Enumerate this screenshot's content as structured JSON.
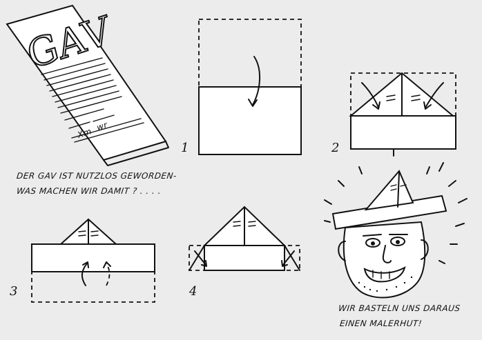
{
  "document": {
    "header_word": "GAV",
    "signature_left": "Xm",
    "signature_right": "wr"
  },
  "caption_top": {
    "line1": "DER GAV IST NUTZLOS GEWORDEN-",
    "line2": "WAS MACHEN WIR DAMIT ? . . . ."
  },
  "caption_bottom": {
    "line1": "WIR BASTELN UNS DARAUS",
    "line2": "EINEN MALERHUT!"
  },
  "steps": [
    {
      "number": "1"
    },
    {
      "number": "2"
    },
    {
      "number": "3"
    },
    {
      "number": "4"
    }
  ],
  "colors": {
    "background": "#ececec",
    "paper": "#ffffff",
    "ink": "#111111"
  },
  "icons": [
    "folding-arrow-icon",
    "hat-icon",
    "face-illustration"
  ]
}
